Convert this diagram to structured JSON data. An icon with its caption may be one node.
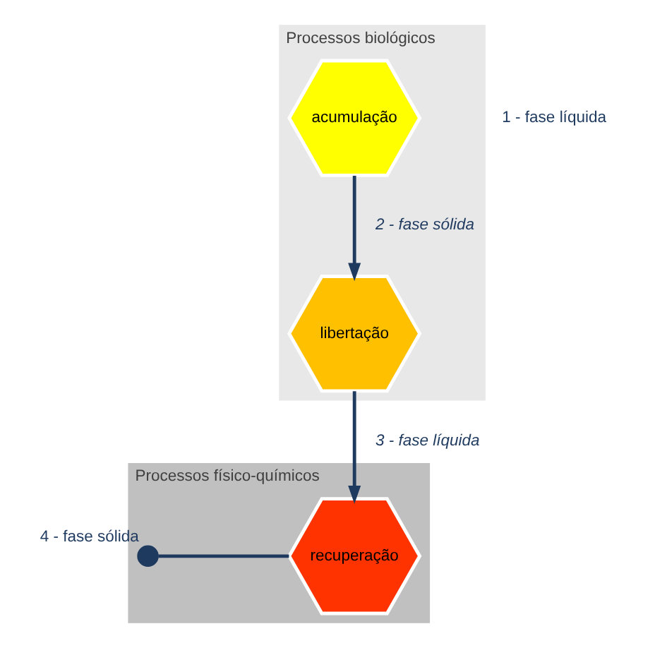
{
  "diagram": {
    "nodes": [
      {
        "text": [
          "Processos biológicos"
        ]
      },
      {
        "text": [
          "acumulação"
        ],
        "in": 0
      },
      {
        "text": [
          "libertação"
        ],
        "in": 0
      },
      {
        "text": [
          "Processos físico-químicos"
        ]
      },
      {
        "text": [
          "recuperação"
        ],
        "in": 3
      },
      {
        "text": [],
        "shape": "circle",
        "in": 3,
        "beside": [
          "4 - fase sólida"
        ]
      }
    ],
    "edges": [
      {
        "from": 1,
        "to": 2,
        "arrow": "to",
        "label": "2 - fase sólida"
      },
      {
        "from": 2,
        "to": 4,
        "arrow": "to",
        "label": "3 - fase líquida"
      },
      {
        "from": 5,
        "to": 4,
        "arrow": "none"
      }
    ],
    "labels": [
      "1 - fase líquida"
    ]
  }
}
